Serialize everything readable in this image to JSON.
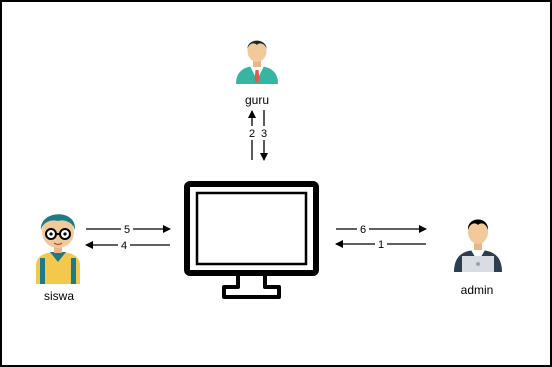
{
  "diagram": {
    "actors": {
      "guru": {
        "label": "guru",
        "icon": "teacher-person-icon"
      },
      "siswa": {
        "label": "siswa",
        "icon": "student-person-icon"
      },
      "admin": {
        "label": "admin",
        "icon": "admin-laptop-person-icon"
      }
    },
    "system": {
      "icon": "computer-monitor-icon"
    },
    "flows": {
      "f1": "1",
      "f2": "2",
      "f3": "3",
      "f4": "4",
      "f5": "5",
      "f6": "6"
    }
  },
  "colors": {
    "border": "#000000",
    "line": "#000000",
    "skin": "#f2c99a",
    "hair_dark": "#0f2a3a",
    "suit_teal": "#36b5a2",
    "student_hair": "#1f7a85",
    "student_shirt": "#f2c94c",
    "admin_suit": "#2c3e50",
    "tie_red": "#e05a4e"
  }
}
